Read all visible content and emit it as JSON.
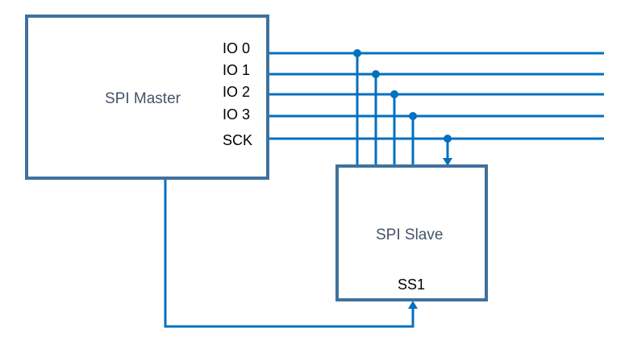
{
  "master": {
    "title": "SPI Master",
    "pins": [
      "IO 0",
      "IO 1",
      "IO 2",
      "IO 3",
      "SCK"
    ]
  },
  "slave": {
    "title": "SPI Slave",
    "select_pin": "SS1"
  },
  "colors": {
    "box_border": "#41719c",
    "wire": "#0070c0",
    "title_text": "#44546a",
    "pin_text": "#000000"
  }
}
